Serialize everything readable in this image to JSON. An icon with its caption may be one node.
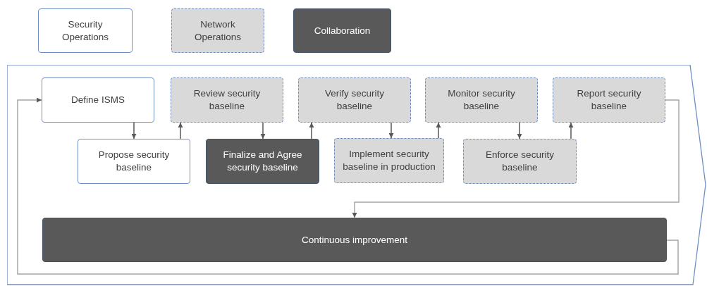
{
  "diagram": {
    "nodes": [
      {
        "text": [
          "Security Operations"
        ]
      },
      {
        "text": [
          "Network Operations"
        ]
      },
      {
        "text": [
          "Collaboration"
        ]
      },
      {
        "text": [],
        "shape": "arrow"
      },
      {
        "text": [
          "Define ISMS"
        ],
        "in": 3
      },
      {
        "text": [
          "Review security baseline"
        ],
        "in": 3
      },
      {
        "text": [
          "Verify security baseline"
        ],
        "in": 3
      },
      {
        "text": [
          "Monitor security baseline"
        ],
        "in": 3
      },
      {
        "text": [
          "Report security baseline"
        ],
        "in": 3
      },
      {
        "text": [
          "Propose security baseline"
        ],
        "in": 3
      },
      {
        "text": [
          "Finalize and Agree security baseline"
        ],
        "in": 3
      },
      {
        "text": [
          "Implement security baseline in production"
        ],
        "in": 3
      },
      {
        "text": [
          "Enforce security baseline"
        ],
        "in": 3
      },
      {
        "text": [
          "Continuous improvement"
        ],
        "in": 3
      }
    ],
    "edges": [
      {
        "from": 4,
        "to": 9,
        "arrow": "to"
      },
      {
        "from": 9,
        "to": 5,
        "arrow": "to"
      },
      {
        "from": 5,
        "to": 10,
        "arrow": "to"
      },
      {
        "from": 10,
        "to": 6,
        "arrow": "to"
      },
      {
        "from": 6,
        "to": 11,
        "arrow": "to"
      },
      {
        "from": 11,
        "to": 7,
        "arrow": "to"
      },
      {
        "from": 7,
        "to": 12,
        "arrow": "to"
      },
      {
        "from": 12,
        "to": 8,
        "arrow": "to"
      },
      {
        "from": 8,
        "to": 13,
        "arrow": "to",
        "color": "#a6a6a6"
      },
      {
        "from": 13,
        "to": 4,
        "arrow": "to",
        "color": "#a6a6a6"
      }
    ]
  }
}
